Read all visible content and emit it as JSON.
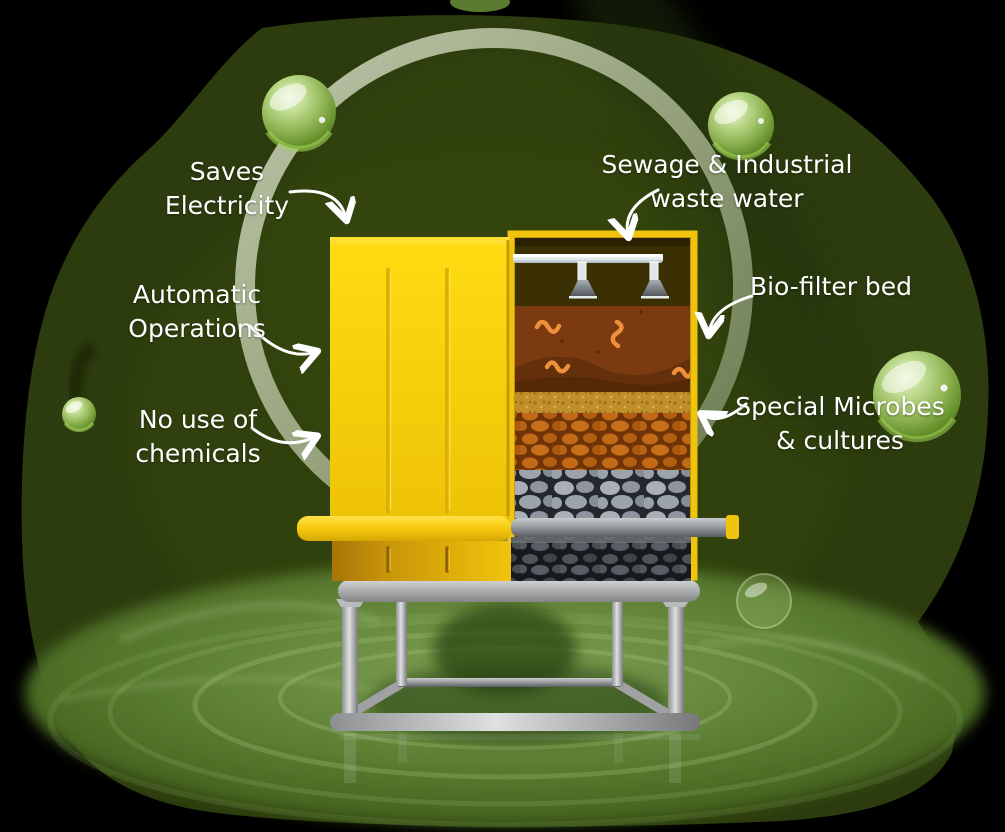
{
  "scene": {
    "description": "Bio-filter sewage treatment plant cutaway illustration"
  },
  "labels": {
    "saves_electricity": {
      "line1": "Saves",
      "line2": "Electricity"
    },
    "automatic_operations": {
      "line1": "Automatic",
      "line2": "Operations"
    },
    "no_chemicals": {
      "line1": "No use of",
      "line2": "chemicals"
    },
    "sewage_waste_water": {
      "line1": "Sewage & Industrial",
      "line2": "waste water"
    },
    "bio_filter_bed": {
      "line1": "Bio-filter bed"
    },
    "special_microbes": {
      "line1": "Special Microbes",
      "line2": "& cultures"
    }
  },
  "colors": {
    "background": "#000000",
    "blob_green": "#2c3c0e",
    "ring_light": "#cfd8bd",
    "tank_yellow": "#f9d008",
    "water_green": "#5d8033",
    "bubble_green": "#8fbc4e",
    "worm_orange": "#ef8f3a",
    "metal_gray": "#a9abac",
    "label_text": "#ffffff"
  }
}
